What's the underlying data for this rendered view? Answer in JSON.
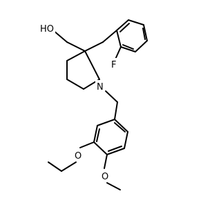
{
  "atoms": {
    "hydroxyl": "HO",
    "fluorine": "F",
    "nitrogen": "N",
    "ether_oxygen_1": "O",
    "ether_oxygen_2": "O"
  }
}
